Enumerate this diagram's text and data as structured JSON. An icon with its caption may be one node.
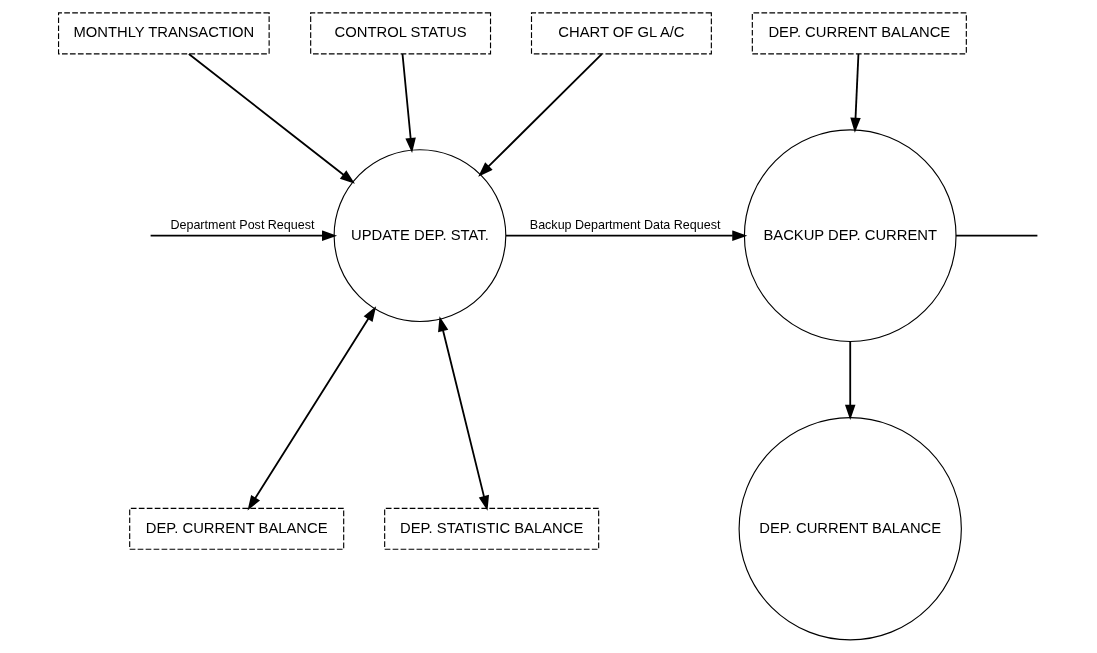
{
  "diagram": {
    "nodes": [
      {
        "text": [
          "MONTHLY TRANSACTION"
        ]
      },
      {
        "text": [
          "CONTROL STATUS"
        ]
      },
      {
        "text": [
          "CHART OF GL A/C"
        ]
      },
      {
        "text": [
          "UPDATE DEP. STAT."
        ]
      },
      {
        "text": [
          "DEP. CURRENT BALANCE"
        ]
      },
      {
        "text": [
          "BACKUP DEP. CURRENT"
        ]
      },
      {
        "text": [
          "DEP. CURRENT BALANCE"
        ]
      },
      {
        "text": [
          "DEP. STATISTIC BALANCE"
        ]
      },
      {
        "text": [
          "DEP. CURRENT BALANCE"
        ]
      }
    ],
    "edges": [
      {
        "from": 0,
        "to": 3,
        "arrow": "to"
      },
      {
        "from": 1,
        "to": 3,
        "arrow": "to"
      },
      {
        "from": 2,
        "to": 3,
        "arrow": "to"
      },
      {
        "from": 4,
        "to": 5,
        "arrow": "to"
      },
      {
        "from": null,
        "to": 3,
        "arrow": "to",
        "label": "Department Post Request"
      },
      {
        "from": 3,
        "to": 5,
        "arrow": "to",
        "label": "Backup Department Data Request"
      },
      {
        "from": 5,
        "to": null,
        "arrow": "none"
      },
      {
        "from": 3,
        "to": 6,
        "arrow": "both"
      },
      {
        "from": 3,
        "to": 7,
        "arrow": "both"
      },
      {
        "from": 5,
        "to": 8,
        "arrow": "to"
      }
    ]
  }
}
